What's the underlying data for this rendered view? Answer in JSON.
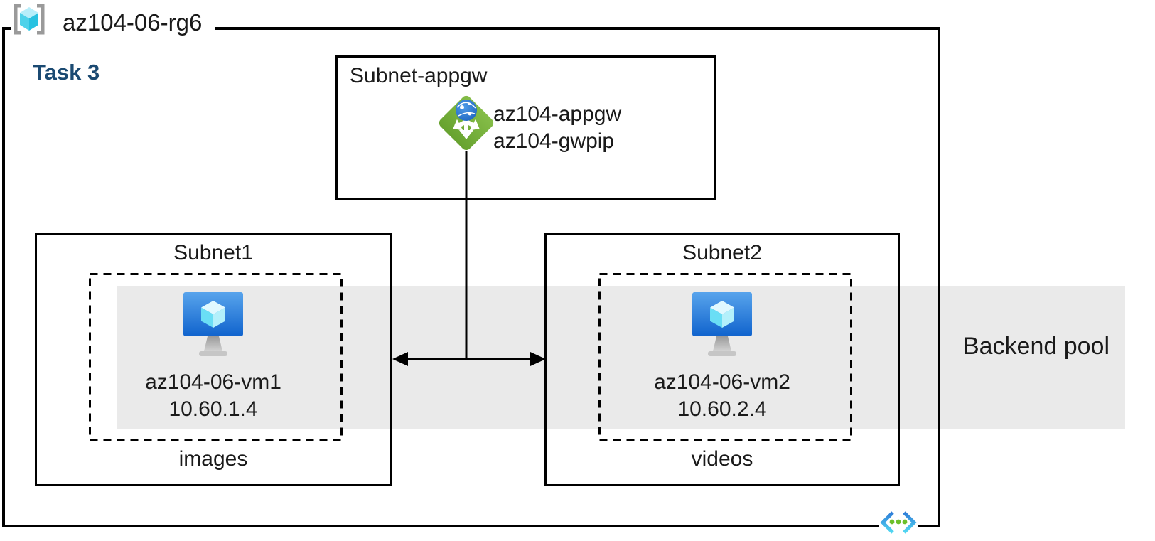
{
  "diagram": {
    "resource_group": {
      "name": "az104-06-rg6"
    },
    "task_label": "Task 3",
    "appgw_subnet": {
      "title": "Subnet-appgw",
      "gateway_name": "az104-appgw",
      "public_ip_name": "az104-gwpip"
    },
    "subnet1": {
      "title": "Subnet1",
      "vm_name": "az104-06-vm1",
      "vm_ip": "10.60.1.4",
      "caption": "images"
    },
    "subnet2": {
      "title": "Subnet2",
      "vm_name": "az104-06-vm2",
      "vm_ip": "10.60.2.4",
      "caption": "videos"
    },
    "backend_pool_label": "Backend pool",
    "icons": {
      "resource_group": "azure-resource-group-icon",
      "application_gateway": "azure-application-gateway-icon",
      "virtual_machine": "azure-virtual-machine-icon",
      "virtual_network": "azure-virtual-network-icon"
    },
    "colors": {
      "backend_pool_band": "#eaeaea",
      "task_label_text": "#1b4a72",
      "appgw_green": "#74b13e",
      "vm_screen_top": "#58a4ec",
      "vm_screen_bottom": "#1063cd",
      "cube_cyan": "#50e6ff",
      "rg_cube_cyan": "#2cc3e2",
      "bracket_gray": "#9a9a9a",
      "vnet_blue_dark": "#2e7cd8",
      "vnet_blue_light": "#53d9f2",
      "vnet_dot_green": "#6cbf2a",
      "border": "#000000"
    }
  }
}
